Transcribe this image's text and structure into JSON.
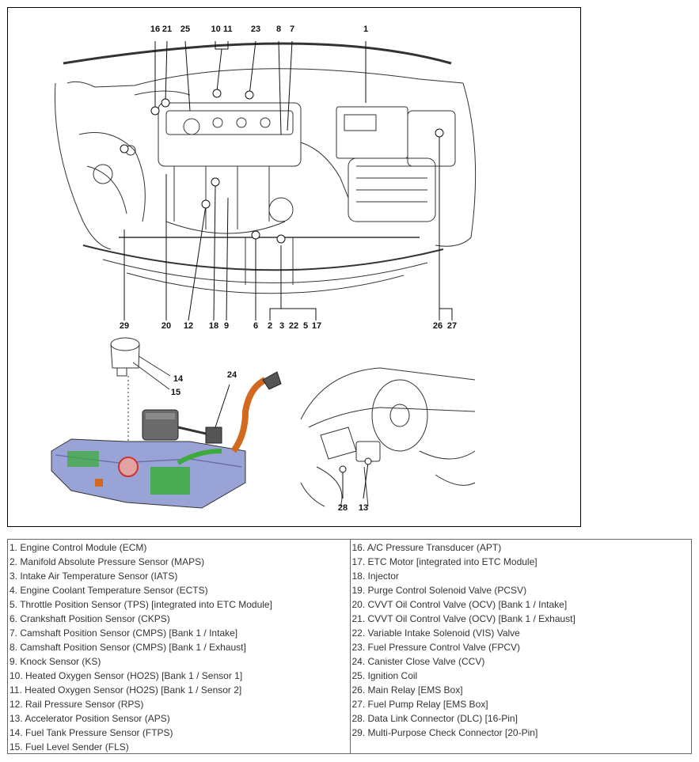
{
  "callouts": {
    "top": [
      "16",
      "21",
      "25",
      "10 11",
      "23",
      "8",
      "7",
      "1"
    ],
    "bottom": [
      "29",
      "20",
      "12",
      "18",
      "9",
      "6",
      "2",
      "3",
      "22",
      "5",
      "17",
      "26",
      "27"
    ],
    "tank": [
      "14",
      "15",
      "24"
    ],
    "cabin": [
      "28",
      "13"
    ]
  },
  "legend": {
    "left": [
      "1. Engine Control Module (ECM)",
      "2. Manifold Absolute Pressure Sensor (MAPS)",
      "3. Intake Air Temperature Sensor (IATS)",
      "4. Engine Coolant Temperature Sensor (ECTS)",
      "5. Throttle Position Sensor (TPS) [integrated into ETC Module]",
      "6. Crankshaft Position Sensor (CKPS)",
      "7. Camshaft Position Sensor (CMPS) [Bank 1 / Intake]",
      "8. Camshaft Position Sensor (CMPS) [Bank 1 / Exhaust]",
      "9. Knock Sensor (KS)",
      "10. Heated Oxygen Sensor (HO2S) [Bank 1 / Sensor 1]",
      "11. Heated Oxygen Sensor (HO2S) [Bank 1 / Sensor 2]",
      "12. Rail Pressure Sensor (RPS)",
      "13. Accelerator Position Sensor (APS)",
      "14. Fuel Tank Pressure Sensor (FTPS)",
      "15. Fuel Level Sender (FLS)"
    ],
    "right": [
      "16. A/C Pressure Transducer (APT)",
      "17. ETC Motor [integrated into ETC Module]",
      "18. Injector",
      "19. Purge Control Solenoid Valve (PCSV)",
      "20. CVVT Oil Control Valve (OCV) [Bank 1 / Intake]",
      "21. CVVT Oil Control Valve (OCV) [Bank 1 / Exhaust]",
      "22. Variable Intake Solenoid (VIS) Valve",
      "23. Fuel Pressure Control Valve (FPCV)",
      "24. Canister Close Valve (CCV)",
      "25. Ignition Coil",
      "26. Main Relay [EMS Box]",
      "27. Fuel Pump Relay [EMS Box]",
      "28. Data Link Connector (DLC) [16-Pin]",
      "29. Multi-Purpose Check Connector [20-Pin]"
    ]
  },
  "colors": {
    "line": "#333333",
    "tank_body": "#9aa3d6",
    "tank_green": "#3cab3c",
    "hose_orange": "#d2691e",
    "canister": "#6a6a6a"
  }
}
